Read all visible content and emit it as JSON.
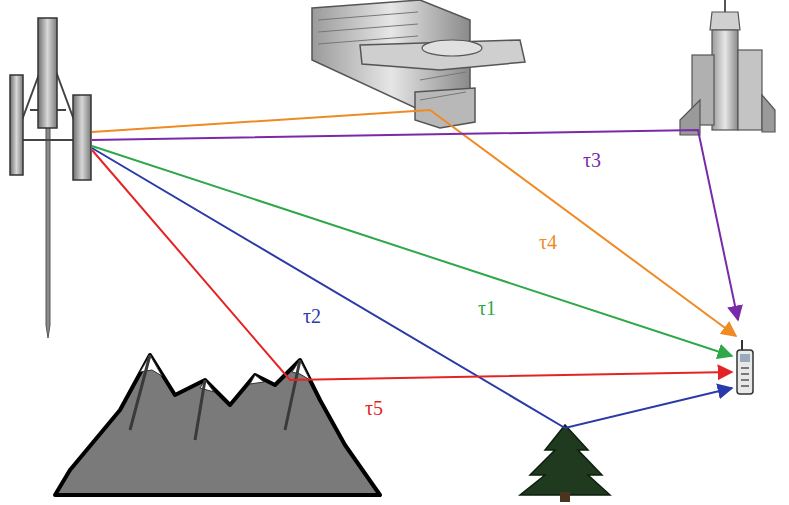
{
  "diagram": {
    "labels": [
      "τ3",
      "τ4",
      "τ2",
      "τ1",
      "τ5"
    ]
  }
}
